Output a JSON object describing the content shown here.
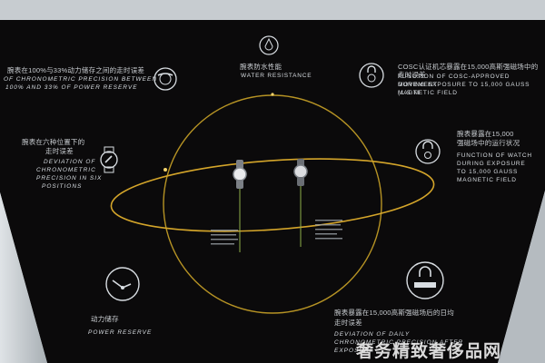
{
  "top_center": {
    "cn": "腕表防水性能",
    "en": "WATER RESISTANCE"
  },
  "left_top": {
    "cn": "腕表在100%与33%动力储存之间的走时误差",
    "en1": "OF CHRONOMETRIC PRECISION BETWEEN",
    "en2": "100% AND 33% OF POWER RESERVE"
  },
  "left_mid": {
    "cn1": "腕表在六种位置下的",
    "cn2": "走时误差",
    "en1": "DEVIATION OF",
    "en2": "CHRONOMETRIC",
    "en3": "PRECISION IN SIX",
    "en4": "POSITIONS"
  },
  "left_bottom": {
    "cn": "动力储存",
    "en": "POWER RESERVE"
  },
  "right_top": {
    "cn": "COSC认证机芯暴露在15,000高斯强磁场中的走时误差",
    "en1": "FUNCTION OF COSC-APPROVED MOVEMENT",
    "en2": "DURING EXPOSURE TO 15,000 GAUSS (1.5 Te",
    "en3": "MAGNETIC FIELD"
  },
  "right_mid": {
    "cn1": "腕表暴露在15,000",
    "cn2": "强磁场中的运行状况",
    "en1": "FUNCTION OF WATCH",
    "en2": "DURING EXPOSURE",
    "en3": "TO 15,000 GAUSS",
    "en4": "MAGNETIC FIELD"
  },
  "right_bottom": {
    "cn1": "腕表暴露在15,000高斯强磁场后的日均",
    "cn2": "走时误差",
    "en1": "DEVIATION OF DAILY",
    "en2": "CHRONOMETRIC PRECISION AFTER",
    "en3": "EXPOSURE"
  },
  "watermark": "奢务精致奢侈品网",
  "colors": {
    "panel": "#0b0a0b",
    "accent": "#c9a227",
    "text": "#d8dde2"
  }
}
